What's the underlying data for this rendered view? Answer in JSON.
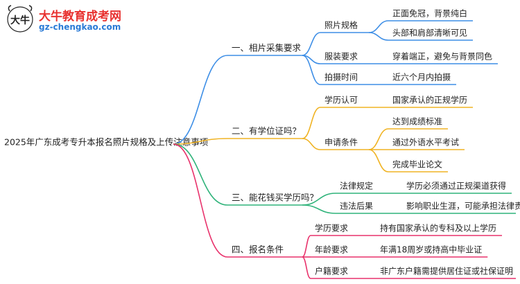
{
  "logo": {
    "title": "大牛教育成考网",
    "url": "gz-chengkao.com",
    "mark_text": "大牛"
  },
  "root": "2025年广东成考专升本报名照片规格及上传注意事项",
  "branches": [
    {
      "label": "一、相片采集要求",
      "color": "#3d8ee6",
      "children": [
        {
          "label": "照片规格",
          "leaves": [
            "正面免冠，背景纯白",
            "头部和肩部清晰可见"
          ]
        },
        {
          "label": "服装要求",
          "leaves": [
            "穿着端正，避免与背景同色"
          ]
        },
        {
          "label": "拍摄时间",
          "leaves": [
            "近六个月内拍摄"
          ]
        }
      ]
    },
    {
      "label": "二、有学位证吗？",
      "color": "#f0b323",
      "children": [
        {
          "label": "学历认可",
          "leaves": [
            "国家承认的正规学历"
          ]
        },
        {
          "label": "申请条件",
          "leaves": [
            "达到成绩标准",
            "通过外语水平考试",
            "完成毕业论文"
          ]
        }
      ]
    },
    {
      "label": "三、能花钱买学历吗？",
      "color": "#2fb37a",
      "children": [
        {
          "label": "法律规定",
          "leaves": [
            "学历必须通过正规渠道获得"
          ]
        },
        {
          "label": "违法后果",
          "leaves": [
            "影响职业生涯，可能承担法律责任"
          ]
        }
      ]
    },
    {
      "label": "四、报名条件",
      "color": "#e8316b",
      "children": [
        {
          "label": "学历要求",
          "leaves": [
            "持有国家承认的专科及以上学历"
          ]
        },
        {
          "label": "年龄要求",
          "leaves": [
            "年满18周岁或持高中毕业证"
          ]
        },
        {
          "label": "户籍要求",
          "leaves": [
            "非广东户籍需提供居住证或社保证明"
          ]
        }
      ]
    }
  ]
}
